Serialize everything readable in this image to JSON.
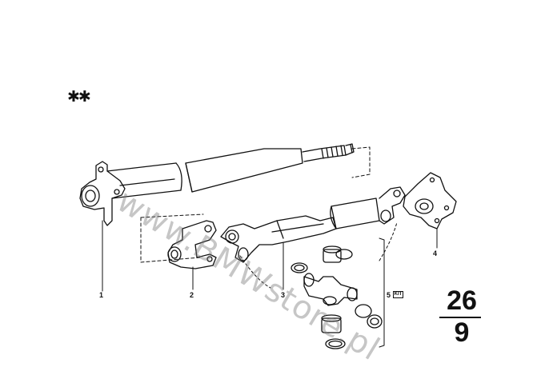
{
  "header": {
    "marker": "✱✱"
  },
  "callouts": [
    {
      "number": "1"
    },
    {
      "number": "2"
    },
    {
      "number": "3"
    },
    {
      "number": "4"
    },
    {
      "number": "5",
      "badge": "KIT"
    }
  ],
  "group": {
    "number": "26",
    "subgroup": "9"
  },
  "watermark": {
    "text": "www.BMWstore.pl"
  }
}
